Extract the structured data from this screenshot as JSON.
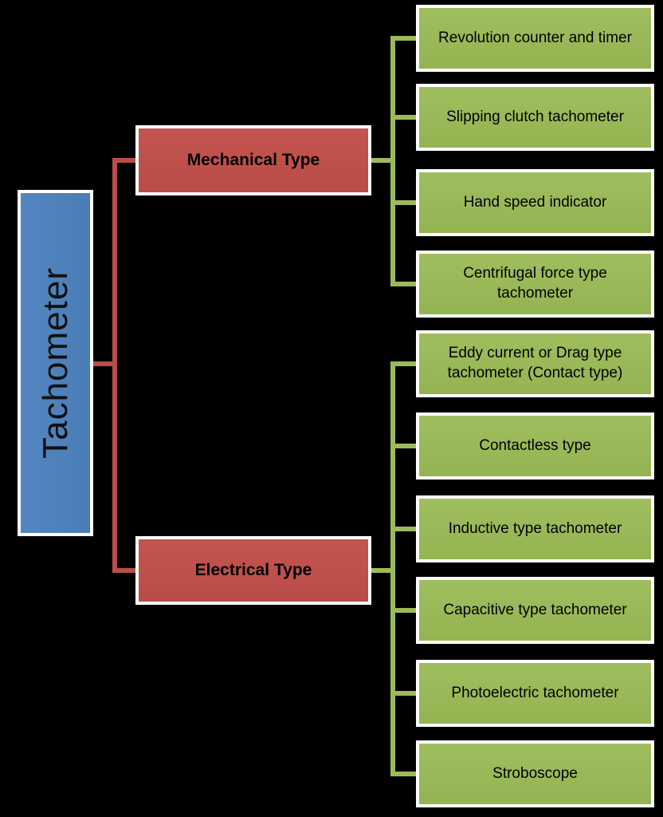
{
  "diagram": {
    "title": "Tachometer classification tree",
    "root": {
      "label": "Tachometer"
    },
    "branches": [
      {
        "label": "Mechanical Type",
        "children": [
          {
            "label": "Revolution counter and timer"
          },
          {
            "label": "Slipping clutch tachometer"
          },
          {
            "label": "Hand speed indicator"
          },
          {
            "label": "Centrifugal force type tachometer"
          }
        ]
      },
      {
        "label": "Electrical Type",
        "children": [
          {
            "label": "Eddy current or Drag type tachometer (Contact type)"
          },
          {
            "label": "Contactless type"
          },
          {
            "label": "Inductive type tachometer"
          },
          {
            "label": "Capacitive type tachometer"
          },
          {
            "label": "Photoelectric tachometer"
          },
          {
            "label": "Stroboscope"
          }
        ]
      }
    ],
    "colors": {
      "background": "#000000",
      "root_fill": "#4F81BD",
      "branch_fill": "#C0504D",
      "leaf_fill": "#9BBB59",
      "branch_line": "#C0504D",
      "leaf_line": "#9BBB59",
      "box_border": "#FFFFFF",
      "text": "#000000"
    }
  }
}
